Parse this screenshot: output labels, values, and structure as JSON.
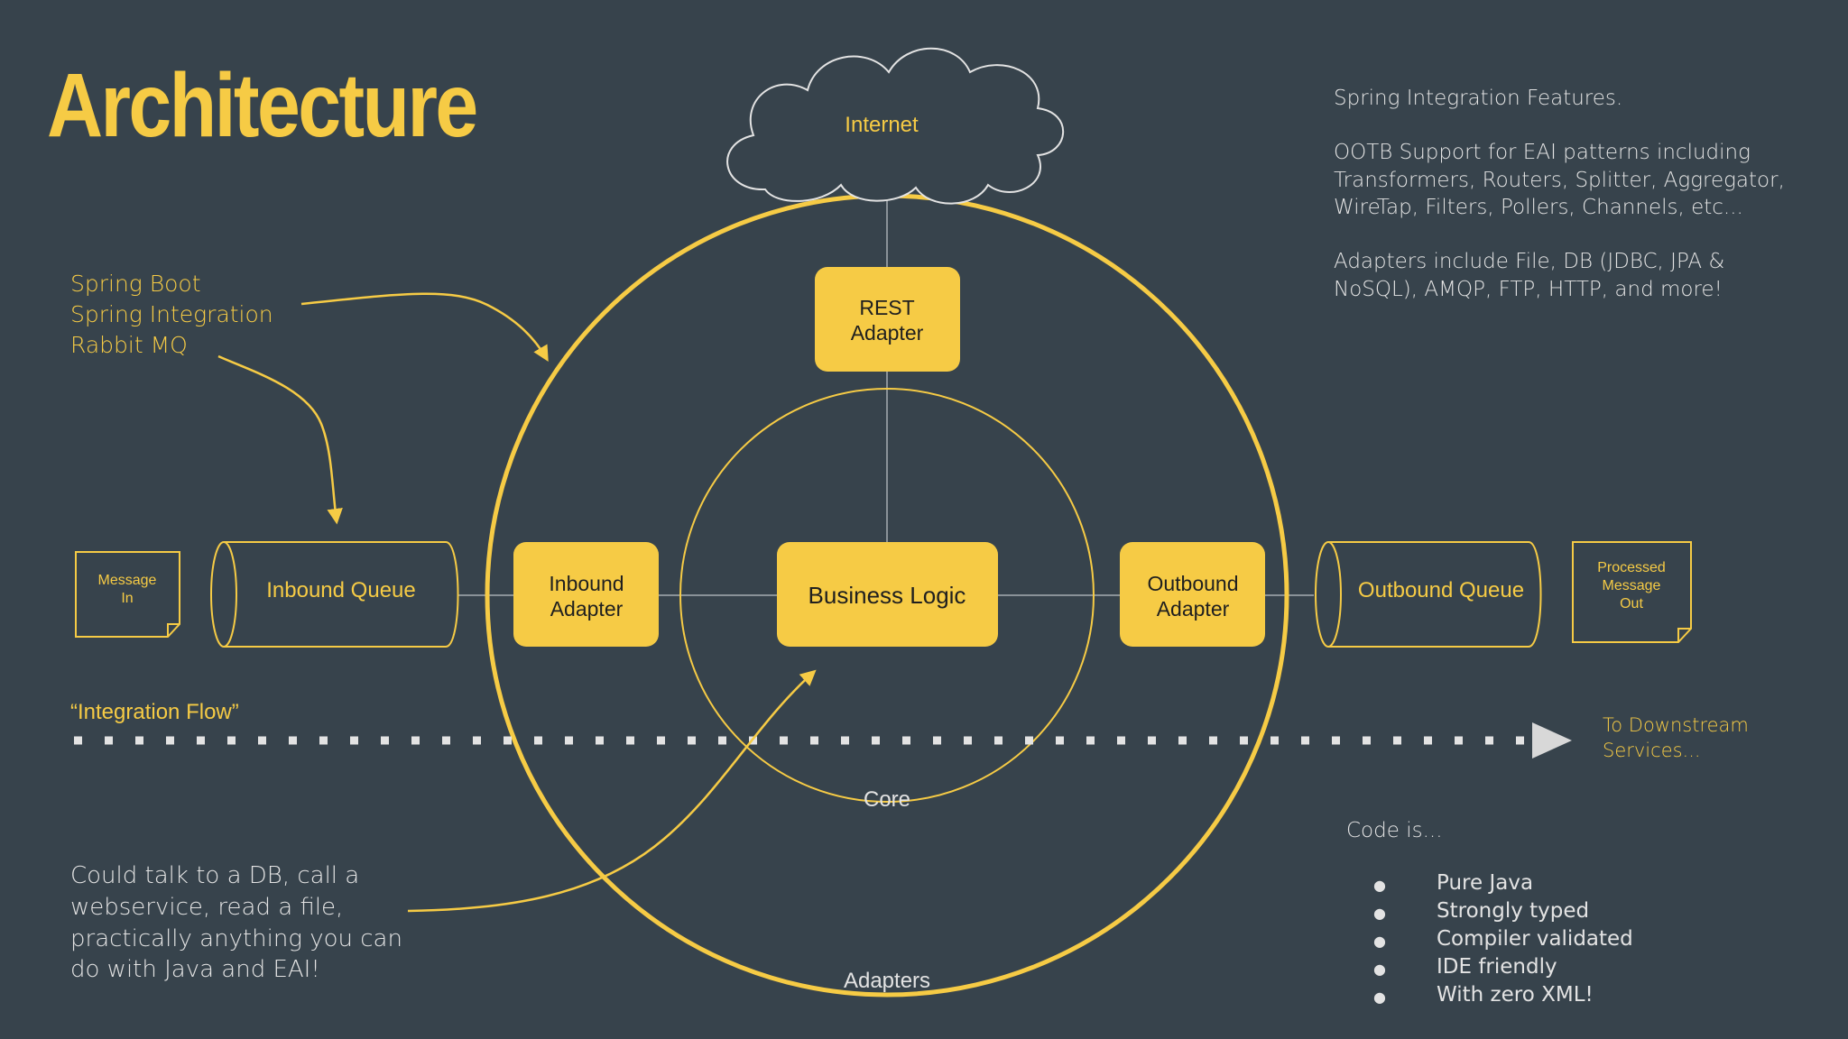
{
  "title": "Architecture",
  "stack": [
    "Spring Boot",
    "Spring Integration",
    "Rabbit MQ"
  ],
  "features": {
    "heading": "Spring Integration Features.",
    "paragraph1": "OOTB Support for EAI patterns including Transformers, Routers, Splitter, Aggregator, WireTap, Filters, Pollers, Channels, etc...",
    "paragraph2": "Adapters include File, DB (JDBC, JPA & NoSQL), AMQP, FTP, HTTP, and more!"
  },
  "nodes": {
    "internet": "Internet",
    "rest_adapter": [
      "REST",
      "Adapter"
    ],
    "inbound_adapter": [
      "Inbound",
      "Adapter"
    ],
    "business_logic": "Business Logic",
    "outbound_adapter": [
      "Outbound",
      "Adapter"
    ],
    "inbound_queue": "Inbound Queue",
    "outbound_queue": "Outbound Queue",
    "message_in": [
      "Message",
      "In"
    ],
    "message_out": [
      "Processed",
      "Message",
      "Out"
    ],
    "core_label": "Core",
    "adapters_label": "Adapters"
  },
  "flow_label": "“Integration Flow”",
  "downstream": [
    "To Downstream",
    "Services..."
  ],
  "could_talk": "Could talk to a DB, call a webservice, read a file, practically anything you can do with Java and EAI!",
  "code_is": {
    "heading": "Code is...",
    "items": [
      "Pure Java",
      "Strongly typed",
      "Compiler validated",
      "IDE friendly",
      "With zero XML!"
    ]
  },
  "colors": {
    "background": "#37434c",
    "accent": "#f6cb45",
    "text_light": "#e3e3e3",
    "connector": "#8a9298"
  }
}
